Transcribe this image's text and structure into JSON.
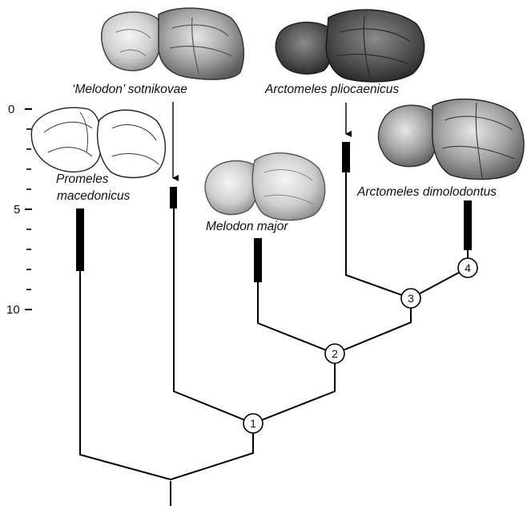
{
  "axis": {
    "ticks": [
      {
        "value": 0,
        "label": "0"
      },
      {
        "value": 5,
        "label": "5"
      },
      {
        "value": 10,
        "label": "10"
      }
    ],
    "minor_ticks": [
      1,
      2,
      3,
      4,
      6,
      7,
      8,
      9
    ]
  },
  "taxa": {
    "promeles": {
      "line1": "Promeles",
      "line2": "macedonicus"
    },
    "sotnikovae": {
      "label": "‘Melodon’ sotnikovae"
    },
    "major": {
      "label": "Melodon major"
    },
    "pliocaenicus": {
      "label": "Arctomeles pliocaenicus"
    },
    "dimolodontus": {
      "label": "Arctomeles dimolodontus"
    }
  },
  "nodes": [
    "1",
    "2",
    "3",
    "4"
  ],
  "icons": {
    "tooth_promeles": "tooth-drawing-icon",
    "tooth_sotnikovae": "tooth-photo-icon",
    "tooth_major": "tooth-photo-icon",
    "tooth_pliocaenicus": "tooth-photo-icon",
    "tooth_dimolodontus": "tooth-photo-icon"
  },
  "colors": {
    "line": "#000000",
    "node_fill": "#ffffff"
  }
}
